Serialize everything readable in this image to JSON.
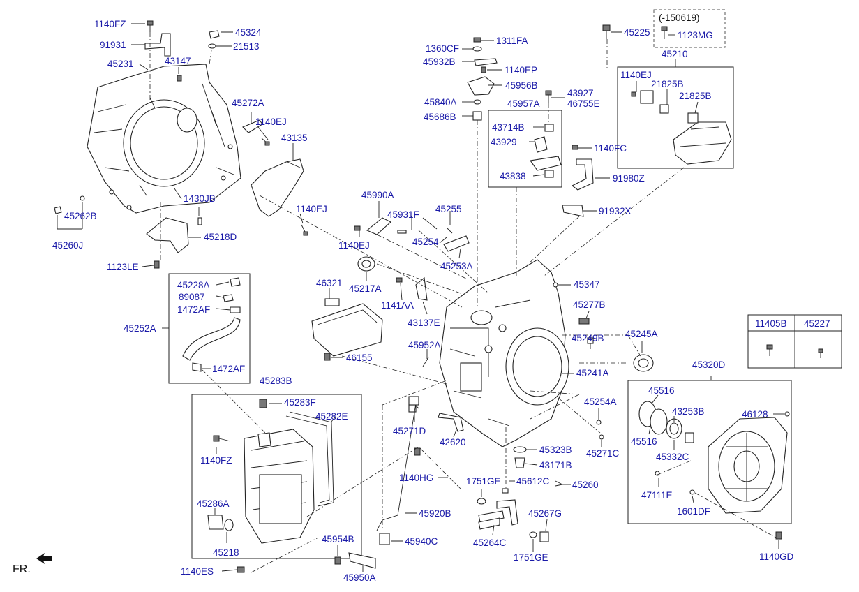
{
  "labels": {
    "l1140FZ_top": "1140FZ",
    "l91931": "91931",
    "l45324": "45324",
    "l21513": "21513",
    "l45231": "45231",
    "l43147": "43147",
    "l45272A": "45272A",
    "l1140EJ_a": "1140EJ",
    "l43135": "43135",
    "l1430JB": "1430JB",
    "l1140EJ_b": "1140EJ",
    "l45262B": "45262B",
    "l45260J": "45260J",
    "l45218D": "45218D",
    "l1123LE": "1123LE",
    "l45228A": "45228A",
    "l89087": "89087",
    "l1472AF_a": "1472AF",
    "l45252A": "45252A",
    "l1472AF_b": "1472AF",
    "l45283B": "45283B",
    "l45283F": "45283F",
    "l45282E": "45282E",
    "l1140FZ_b": "1140FZ",
    "l45286A": "45286A",
    "l45218": "45218",
    "l1140ES": "1140ES",
    "l1360CF": "1360CF",
    "l1311FA": "1311FA",
    "l45932B": "45932B",
    "l1140EP": "1140EP",
    "l45956B": "45956B",
    "l45840A": "45840A",
    "l45686B": "45686B",
    "l43927": "43927",
    "l46755E": "46755E",
    "l45957A": "45957A",
    "l43714B": "43714B",
    "l43929": "43929",
    "l43838": "43838",
    "l1140FC": "1140FC",
    "l91980Z": "91980Z",
    "l91932X": "91932X",
    "l45225": "45225",
    "l150619": "(-150619)",
    "l1123MG": "1123MG",
    "l45210": "45210",
    "l1140EJ_c": "1140EJ",
    "l21825B_a": "21825B",
    "l21825B_b": "21825B",
    "l45990A": "45990A",
    "l45931F": "45931F",
    "l45255": "45255",
    "l1140EJ_d": "1140EJ",
    "l45254": "45254",
    "l45253A": "45253A",
    "l46321": "46321",
    "l45217A": "45217A",
    "l1141AA": "1141AA",
    "l43137E": "43137E",
    "l45347": "45347",
    "l45277B": "45277B",
    "l45249B": "45249B",
    "l45245A": "45245A",
    "l45952A": "45952A",
    "l46155": "46155",
    "l45241A": "45241A",
    "l45254A": "45254A",
    "l45271D": "45271D",
    "l42620": "42620",
    "l45323B": "45323B",
    "l45271C": "45271C",
    "l43171B": "43171B",
    "l1140HG": "1140HG",
    "l1751GE_a": "1751GE",
    "l45612C": "45612C",
    "l45260": "45260",
    "l45920B": "45920B",
    "l45267G": "45267G",
    "l45264C": "45264C",
    "l45954B": "45954B",
    "l45940C": "45940C",
    "l1751GE_b": "1751GE",
    "l45950A": "45950A",
    "l45320D": "45320D",
    "l45516_a": "45516",
    "l45516_b": "45516",
    "l43253B": "43253B",
    "l46128": "46128",
    "l45332C": "45332C",
    "l47111E": "47111E",
    "l1601DF": "1601DF",
    "l1140GD": "1140GD",
    "fr": "FR."
  },
  "table": {
    "headers": [
      "11405B",
      "45227"
    ]
  },
  "colors": {
    "label": "#1a1aa8",
    "line": "#222222"
  }
}
